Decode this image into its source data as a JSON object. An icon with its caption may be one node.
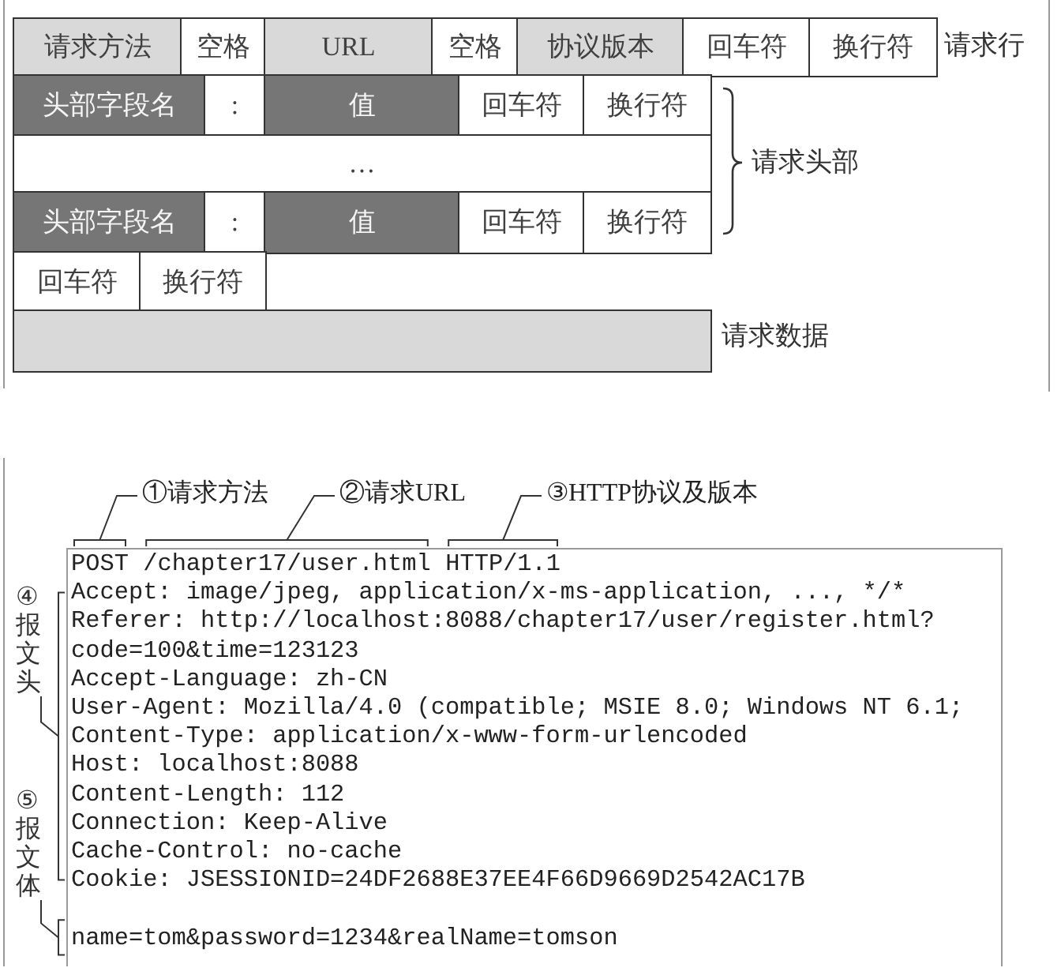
{
  "diagram": {
    "nodes": [
      {
        "text": [
          "请求方法"
        ]
      },
      {
        "text": [
          "空格"
        ]
      },
      {
        "text": [
          "URL"
        ]
      },
      {
        "text": [
          "空格"
        ]
      },
      {
        "text": [
          "协议版本"
        ]
      },
      {
        "text": [
          "回车符"
        ]
      },
      {
        "text": [
          "换行符"
        ]
      },
      {
        "text": [
          "头部字段名"
        ]
      },
      {
        "text": [
          ":"
        ]
      },
      {
        "text": [
          "值"
        ]
      },
      {
        "text": [
          "回车符"
        ]
      },
      {
        "text": [
          "换行符"
        ]
      },
      {
        "text": [
          "…"
        ]
      },
      {
        "text": [
          "头部字段名"
        ]
      },
      {
        "text": [
          ":"
        ]
      },
      {
        "text": [
          "值"
        ]
      },
      {
        "text": [
          "回车符"
        ]
      },
      {
        "text": [
          "换行符"
        ]
      },
      {
        "text": [
          "回车符"
        ]
      },
      {
        "text": [
          "换行符"
        ]
      },
      {
        "text": [],
        "shape": "bar",
        "beside": [
          "请求数据"
        ]
      },
      {
        "text": [
          "①请求方法"
        ]
      },
      {
        "text": [
          "②请求URL"
        ]
      },
      {
        "text": [
          "③HTTP协议及版本"
        ]
      },
      {
        "text": [
          "④报文头"
        ]
      },
      {
        "text": [
          "⑤报文体"
        ]
      },
      {
        "text": [],
        "shape": "box"
      },
      {
        "text": [
          "POST"
        ],
        "in": 26
      },
      {
        "text": [
          "/chapter17/user.html"
        ],
        "in": 26
      },
      {
        "text": [
          "HTTP/1.1"
        ],
        "in": 26
      },
      {
        "text": [
          "Accept: image/jpeg, application/x-ms-application, ..., */*",
          "Referer: http://localhost:8088/chapter17/user/register.html?",
          "code=100&time=123123",
          "Accept-Language: zh-CN",
          "User-Agent: Mozilla/4.0 (compatible; MSIE 8.0; Windows NT 6.1;",
          "Content-Type: application/x-www-form-urlencoded",
          "Host: localhost:8088",
          "Content-Length: 112",
          "Connection: Keep-Alive",
          "Cache-Control: no-cache",
          "Cookie: JSESSIONID=24DF2688E37EE4F66D9669D2542AC17B"
        ],
        "in": 26
      },
      {
        "text": [
          "name=tom&password=1234&realName=tomson"
        ],
        "in": 26
      }
    ],
    "edges": [
      {
        "from": 21,
        "to": 27,
        "arrow": "none"
      },
      {
        "from": 22,
        "to": 28,
        "arrow": "none"
      },
      {
        "from": 23,
        "to": 29,
        "arrow": "none"
      },
      {
        "from": 24,
        "to": 30,
        "arrow": "none"
      },
      {
        "from": 25,
        "to": 31,
        "arrow": "none"
      }
    ],
    "labels": [
      "请求行",
      "请求头部"
    ]
  }
}
